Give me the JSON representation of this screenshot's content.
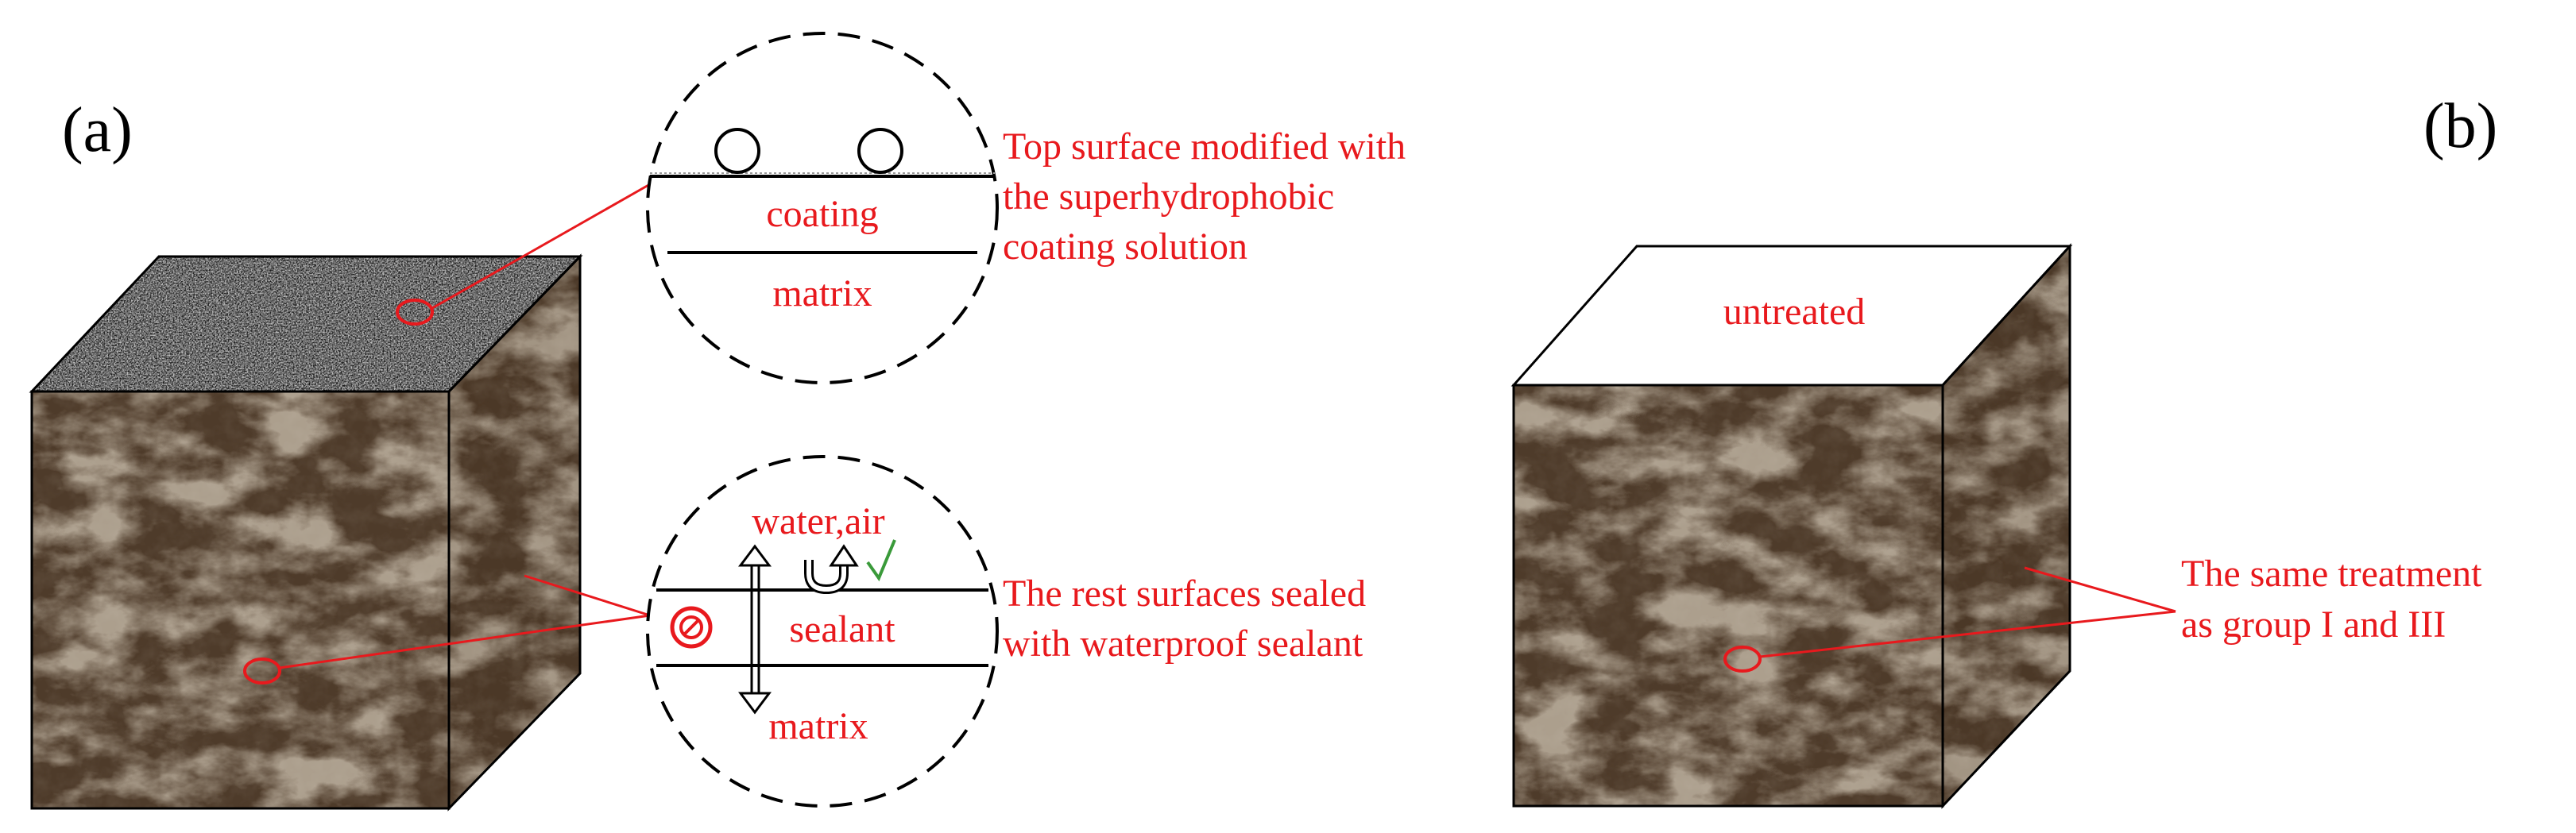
{
  "panel_a": {
    "label": "(a)",
    "top_callout": {
      "layers": {
        "coating": "coating",
        "matrix": "matrix"
      },
      "note": [
        "Top surface modified with",
        "the superhydrophobic",
        "coating solution"
      ]
    },
    "side_callout": {
      "layers": {
        "flow": "water,air",
        "sealant": "sealant",
        "matrix": "matrix"
      },
      "note": [
        "The rest surfaces sealed",
        "with waterproof sealant"
      ]
    }
  },
  "panel_b": {
    "label": "(b)",
    "top_label": "untreated",
    "note": [
      "The same treatment",
      "as group I and III"
    ]
  },
  "colors": {
    "annotation": "#e8191d",
    "check_mark": "#3a9a3a",
    "cube_side": "#4e3b2a",
    "coating_top": "#c8c8c8"
  },
  "icons": [
    "blocked-icon",
    "check-mark-icon",
    "u-turn-arrow-icon",
    "double-arrow-icon"
  ]
}
